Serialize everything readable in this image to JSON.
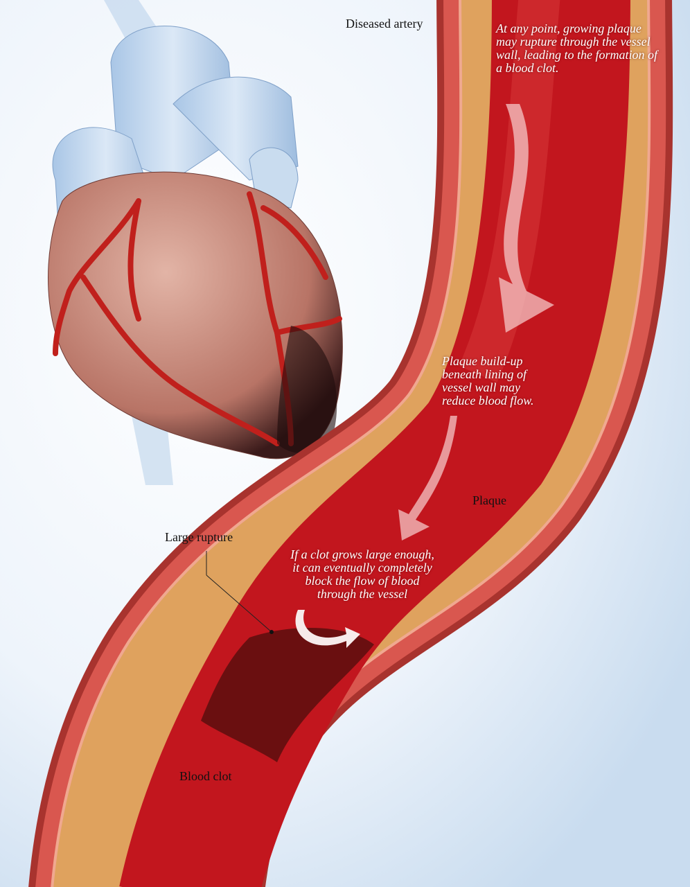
{
  "labels": {
    "diseased_artery": "Diseased artery",
    "plaque": "Plaque",
    "large_rupture": "Large rupture",
    "blood_clot": "Blood clot"
  },
  "notes": {
    "rupture": "At any point, growing plaque may rupture through the vessel wall, leading to the formation of a blood clot.",
    "buildup": "Plaque build-up beneath lining of vessel wall may reduce blood flow.",
    "block": "If a clot grows large enough, it can eventually completely block the flow of blood through the vessel"
  },
  "colors": {
    "background": "#e4eef8",
    "artery_wall": "#d9574f",
    "plaque": "#dfa25e",
    "lumen": "#c2161e",
    "heart": "#c98878",
    "coronary": "#c0201c"
  }
}
